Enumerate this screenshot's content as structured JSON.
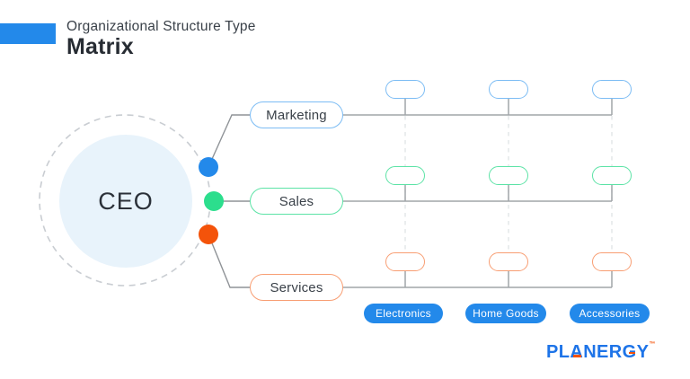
{
  "header": {
    "eyebrow": "Organizational Structure Type",
    "title": "Matrix"
  },
  "ceo": {
    "label": "CEO"
  },
  "rows": [
    {
      "label": "Marketing",
      "border_color": "#7CBCF4",
      "dot_color": "#2389EA"
    },
    {
      "label": "Sales",
      "border_color": "#5CE3A6",
      "dot_color": "#2CDE8D"
    },
    {
      "label": "Services",
      "border_color": "#F89E73",
      "dot_color": "#F4530A"
    }
  ],
  "columns": [
    {
      "label": "Electronics"
    },
    {
      "label": "Home Goods"
    },
    {
      "label": "Accessories"
    }
  ],
  "brand": {
    "name_parts": [
      "PL",
      "A",
      "NER",
      "G",
      "Y"
    ],
    "tm": "™",
    "color": "#1E74E8",
    "accent_color": "#F4530A"
  },
  "colors": {
    "accent_blue": "#2389EA",
    "chip_background": "#2389EA",
    "marketing_blue": "#7CBCF4",
    "sales_green": "#5CE3A6",
    "services_orange": "#F89E73",
    "dot_blue": "#2389EA",
    "dot_green": "#2CDE8D",
    "dot_orange": "#F4530A",
    "ceo_fill": "#E8F3FB",
    "line_gray": "#A1A5A9",
    "dashed_ring_gray": "#C9CDD2",
    "dashed_column_gray": "#E2E5E7",
    "text_dark": "#272C33"
  }
}
